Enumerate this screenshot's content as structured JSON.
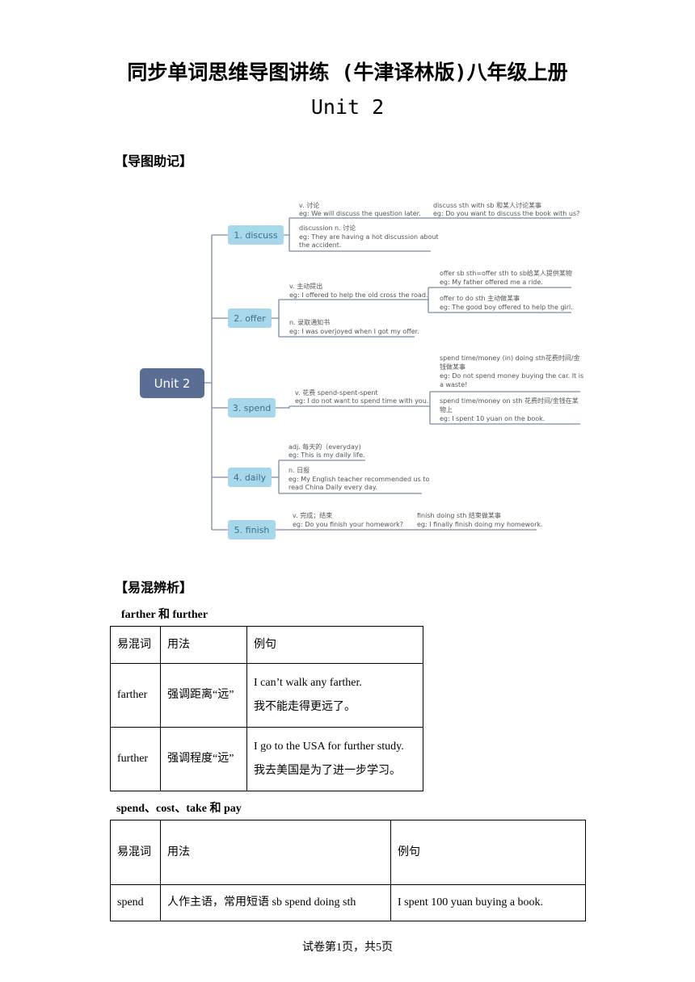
{
  "header": {
    "title": "同步单词思维导图讲练 (牛津译林版)八年级上册",
    "subtitle": "Unit 2"
  },
  "sections": {
    "mindmap_heading": "【导图助记】",
    "confusion_heading": "【易混辨析】"
  },
  "mindmap": {
    "root": "Unit 2",
    "branches": [
      {
        "label": "1. discuss",
        "notes": [
          {
            "lines": [
              "v. 讨论",
              "eg: We will discuss the question later."
            ]
          },
          {
            "lines": [
              "discuss sth with sb 和某人讨论某事",
              "eg: Do you want to discuss the book with us?"
            ]
          },
          {
            "lines": [
              "discussion n. 讨论",
              "eg: They are having a hot discussion about",
              "the accident."
            ]
          }
        ]
      },
      {
        "label": "2. offer",
        "notes": [
          {
            "lines": [
              "v. 主动提出",
              "eg: I offered to help the old cross the road."
            ]
          },
          {
            "lines": [
              "offer sb sth=offer sth to sb给某人提供某物",
              "eg: My father offered me a ride."
            ]
          },
          {
            "lines": [
              "offer to do sth 主动做某事",
              "eg: The good boy offered to help the girl."
            ]
          },
          {
            "lines": [
              "n. 录取通知书",
              "eg: I was overjoyed when I got my offer."
            ]
          }
        ]
      },
      {
        "label": "3. spend",
        "notes": [
          {
            "lines": [
              "v. 花费 spend-spent-spent",
              "eg: I do not want to spend time with you."
            ]
          },
          {
            "lines": [
              "spend time/money (in) doing sth花费时间/金",
              "钱做某事",
              "eg: Do not spend money buying the car. It is",
              "a waste!"
            ]
          },
          {
            "lines": [
              "spend time/money on sth 花费时间/金钱在某",
              "物上",
              "eg: I spent 10 yuan on the book."
            ]
          }
        ]
      },
      {
        "label": "4. daily",
        "notes": [
          {
            "lines": [
              "adj. 每天的（everyday)",
              "eg: This is my daily life."
            ]
          },
          {
            "lines": [
              "n. 日报",
              "eg: My English teacher recommended us to",
              "read China Daily every day."
            ]
          }
        ]
      },
      {
        "label": "5. finish",
        "notes": [
          {
            "lines": [
              "v. 完成；结束",
              "eg: Do you finish your homework?"
            ]
          },
          {
            "lines": [
              "finish doing sth 结束做某事",
              "eg: I finally finish doing my homework."
            ]
          }
        ]
      }
    ]
  },
  "table1": {
    "heading": "farther 和 further",
    "headers": [
      "易混词",
      "用法",
      "例句"
    ],
    "rows": [
      {
        "word": "farther",
        "usage": "强调距离“远”",
        "ex_en": "I can’t walk any farther.",
        "ex_cn": "我不能走得更远了。"
      },
      {
        "word": "further",
        "usage": "强调程度“远”",
        "ex_en": "I go to the USA for further study.",
        "ex_cn": "我去美国是为了进一步学习。"
      }
    ]
  },
  "table2": {
    "heading": "spend、cost、take 和 pay",
    "headers": [
      "易混词",
      "用法",
      "例句"
    ],
    "rows": [
      {
        "word": "spend",
        "usage": "人作主语，常用短语 sb spend doing sth",
        "example": "I spent 100 yuan buying a book."
      }
    ]
  },
  "footer": {
    "page": "试卷第1页，共5页"
  },
  "colors": {
    "node_fill": "#a6d7ea",
    "node_text": "#3f6f8c",
    "root_fill": "#5a6e93",
    "line": "#7b8aa8"
  }
}
